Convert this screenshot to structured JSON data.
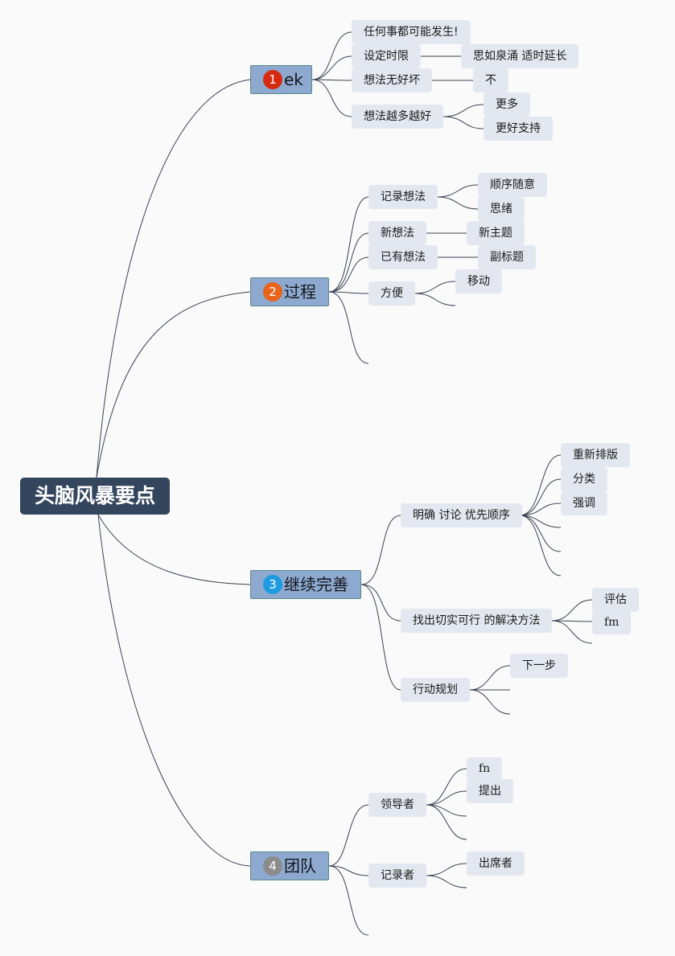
{
  "root": {
    "label": "头脑风暴要点"
  },
  "branches": [
    {
      "number": "1",
      "badge_color": "#d62a0f",
      "label": "ek",
      "children": [
        {
          "label": "任何事都可能发生!"
        },
        {
          "label": "设定时限",
          "children": [
            {
              "label": "思如泉涌 适时延长"
            }
          ]
        },
        {
          "label": "想法无好坏",
          "children": [
            {
              "label": "不"
            }
          ]
        },
        {
          "label": "想法越多越好",
          "children": [
            {
              "label": "更多"
            },
            {
              "label": "更好支持"
            }
          ]
        }
      ]
    },
    {
      "number": "2",
      "badge_color": "#e8641b",
      "label": "过程",
      "children": [
        {
          "label": "记录想法",
          "children": [
            {
              "label": "顺序随意"
            },
            {
              "label": "思绪"
            }
          ]
        },
        {
          "label": "新想法",
          "children": [
            {
              "label": "新主题"
            }
          ]
        },
        {
          "label": "已有想法",
          "children": [
            {
              "label": "副标题"
            }
          ]
        },
        {
          "label": "方便",
          "children": [
            {
              "label": "移动"
            }
          ]
        }
      ]
    },
    {
      "number": "3",
      "badge_color": "#1e9be0",
      "label": "继续完善",
      "children": [
        {
          "label": "明确 讨论 优先顺序",
          "children": [
            {
              "label": "重新排版"
            },
            {
              "label": "分类"
            },
            {
              "label": "强调"
            }
          ]
        },
        {
          "label": "找出切实可行 的解决方法",
          "children": [
            {
              "label": "评估"
            },
            {
              "label": "fm"
            }
          ]
        },
        {
          "label": "行动规划",
          "children": [
            {
              "label": "下一步"
            }
          ]
        }
      ]
    },
    {
      "number": "4",
      "badge_color": "#8c8c8c",
      "label": "团队",
      "children": [
        {
          "label": "领导者",
          "children": [
            {
              "label": "fn"
            },
            {
              "label": "提出"
            }
          ]
        },
        {
          "label": "记录者",
          "children": [
            {
              "label": "出席者"
            }
          ]
        }
      ]
    }
  ],
  "colors": {
    "line": "#3b4252",
    "root_bg": "#34465e",
    "branch_bg": "#8da9cf",
    "node_bg": "#e3e7ef"
  }
}
